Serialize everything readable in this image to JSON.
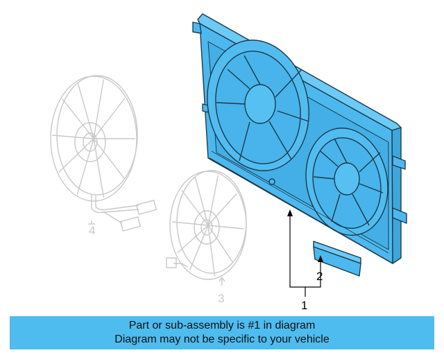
{
  "callouts": {
    "shroud": "1",
    "bracket": "2",
    "fan_right": "3",
    "fan_left": "4"
  },
  "banner": {
    "line1": "Part or sub-assembly is #1 in diagram",
    "line2": "Diagram may not be specific to your vehicle"
  },
  "colors": {
    "highlight": "#4db8ee",
    "highlight_stroke": "#1a3a4a",
    "ghost_stroke": "#c8c8c8",
    "banner_bg": "#4fbcef"
  },
  "icons": [
    "fan-assembly-4-icon",
    "fan-assembly-3-icon",
    "shroud-1-icon",
    "bracket-2-icon"
  ]
}
